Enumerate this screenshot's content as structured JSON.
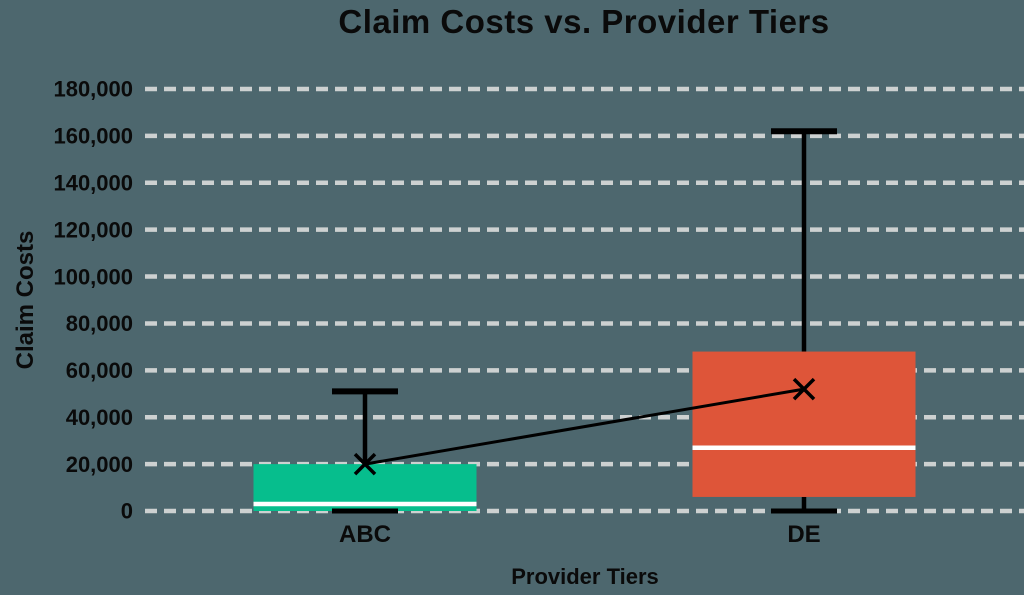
{
  "chart_data": {
    "type": "box",
    "title": "Claim Costs vs. Provider Tiers",
    "xlabel": "Provider Tiers",
    "ylabel": "Claim Costs",
    "categories": [
      "ABC",
      "DE"
    ],
    "ylim": [
      0,
      180000
    ],
    "yticks": [
      0,
      20000,
      40000,
      60000,
      80000,
      100000,
      120000,
      140000,
      160000,
      180000
    ],
    "ytick_labels": [
      "0",
      "20,000",
      "40,000",
      "60,000",
      "80,000",
      "100,000",
      "120,000",
      "140,000",
      "160,000",
      "180,000"
    ],
    "grid": "horizontal-dashed",
    "legend": "none",
    "mean_marker": "x",
    "mean_trend_line": true,
    "series": [
      {
        "name": "ABC",
        "min": 0,
        "q1": 0,
        "median": 3000,
        "q3": 20000,
        "max": 51000,
        "mean": 20000,
        "color": "#06BE8D"
      },
      {
        "name": "DE",
        "min": 0,
        "q1": 6000,
        "median": 27000,
        "q3": 68000,
        "max": 162000,
        "mean": 52000,
        "color": "#DE5539"
      }
    ],
    "colors": {
      "background": "#4D676E",
      "gridline": "#CDD1D1",
      "text": "#0A0A0A",
      "box_median": "#FFFFFF",
      "whisker": "#000000",
      "trend_line": "#000000"
    }
  }
}
